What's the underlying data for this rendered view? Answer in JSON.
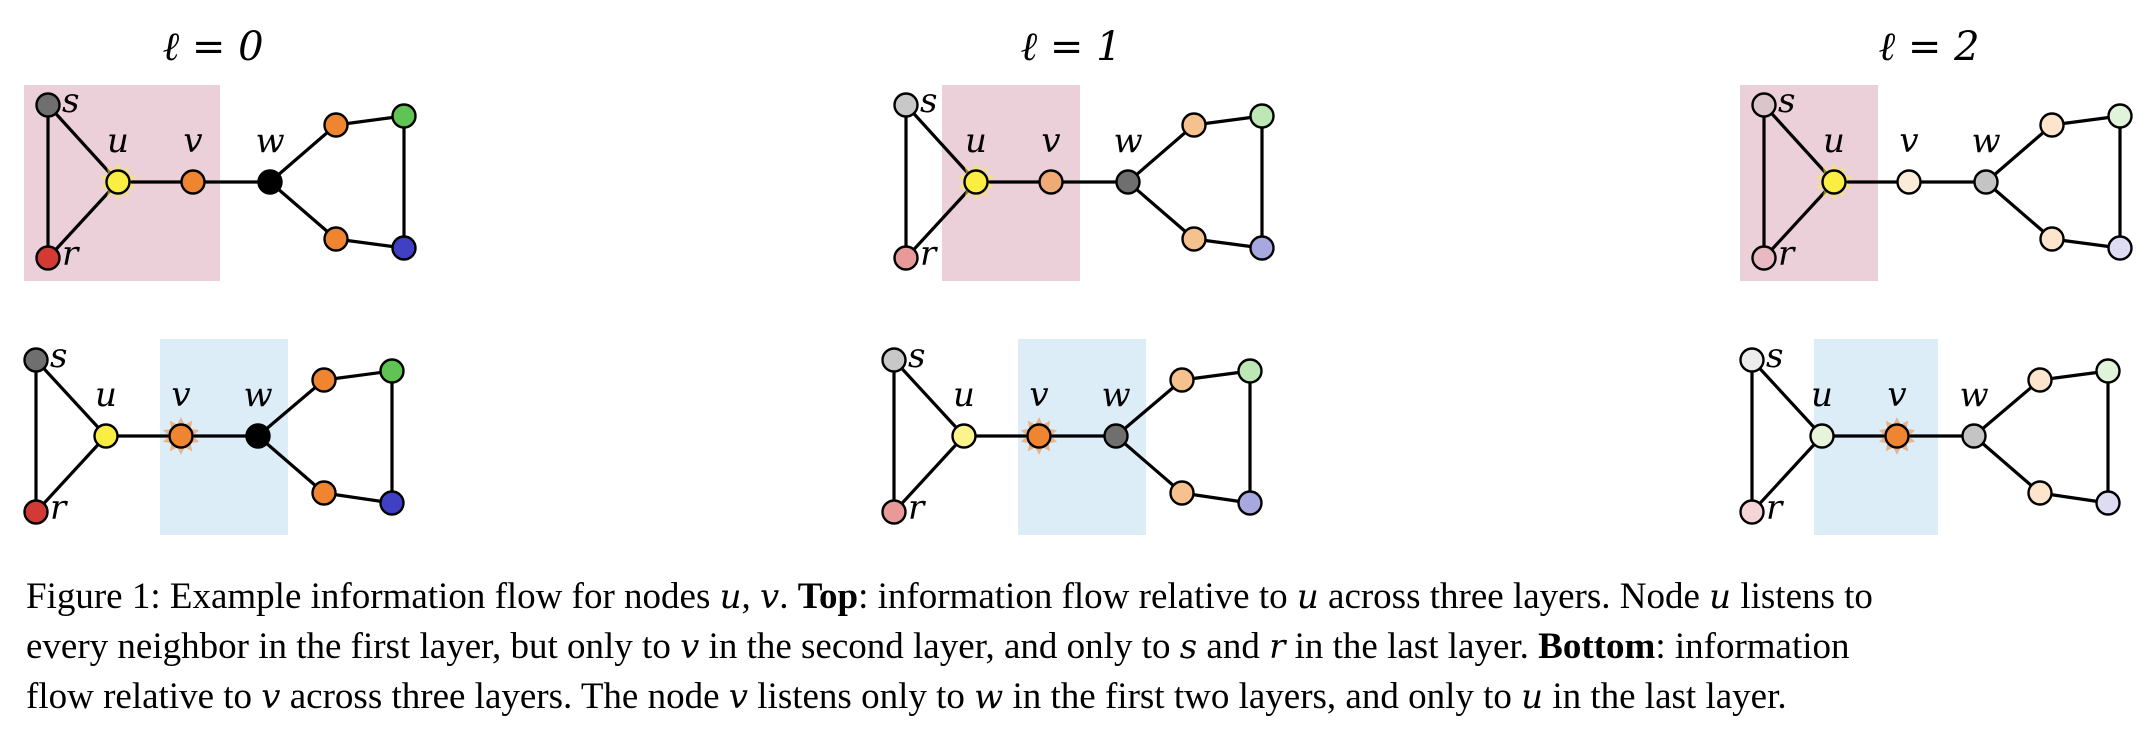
{
  "layer_titles": [
    "ℓ = 0",
    "ℓ = 1",
    "ℓ = 2"
  ],
  "node_labels": {
    "s": "s",
    "r": "r",
    "u": "u",
    "v": "v",
    "w": "w"
  },
  "colors": {
    "top_highlight": "#ebcfd9",
    "bottom_highlight": "#dcedf8",
    "yellow_focus": "#fbee43",
    "orange_focus": "#f08531"
  },
  "panels": [
    {
      "id": "top-l0",
      "highlight": "pink",
      "focus": "u",
      "fills": {
        "s": "#6f6f6f",
        "r": "#d23a36",
        "u": "#fbee43",
        "v": "#f08531",
        "w": "#000000",
        "o1": "#f08531",
        "o2": "#f08531",
        "g": "#5fc453",
        "b": "#4040c4"
      }
    },
    {
      "id": "top-l1",
      "highlight": "pink",
      "focus": "u",
      "fills": {
        "s": "#c8c8c8",
        "r": "#e8999a",
        "u": "#fbee43",
        "v": "#efaa76",
        "w": "#6f6f6f",
        "o1": "#f5c18e",
        "o2": "#f5c18e",
        "g": "#bde8b5",
        "b": "#a8a8e0"
      }
    },
    {
      "id": "top-l2",
      "highlight": "pink",
      "focus": "u",
      "fills": {
        "s": "#d9c6cb",
        "r": "#e8b9c1",
        "u": "#fbee43",
        "v": "#fcebd9",
        "w": "#c4c4c4",
        "o1": "#fce5cc",
        "o2": "#fce5cc",
        "g": "#e0f3db",
        "b": "#dedcf3"
      }
    },
    {
      "id": "bottom-l0",
      "highlight": "blue",
      "focus": "v",
      "fills": {
        "s": "#6f6f6f",
        "r": "#d23a36",
        "u": "#fbee43",
        "v": "#f08531",
        "w": "#000000",
        "o1": "#f08531",
        "o2": "#f08531",
        "g": "#5fc453",
        "b": "#4040c4"
      }
    },
    {
      "id": "bottom-l1",
      "highlight": "blue",
      "focus": "v",
      "fills": {
        "s": "#c8c8c8",
        "r": "#e8999a",
        "u": "#fbf38e",
        "v": "#f08531",
        "w": "#6f6f6f",
        "o1": "#f5c18e",
        "o2": "#f5c18e",
        "g": "#bde8b5",
        "b": "#a8a8e0"
      }
    },
    {
      "id": "bottom-l2",
      "highlight": "blue",
      "focus": "v",
      "fills": {
        "s": "#ececec",
        "r": "#f4d4d6",
        "u": "#e7f4dc",
        "v": "#f08531",
        "w": "#c4c4c4",
        "o1": "#fce5cc",
        "o2": "#fce5cc",
        "g": "#e0f3db",
        "b": "#dedcf3"
      }
    }
  ],
  "caption": {
    "line1": [
      {
        "t": "Figure 1: Example information flow for nodes "
      },
      {
        "t": "u",
        "style": "math"
      },
      {
        "t": ", "
      },
      {
        "t": "v",
        "style": "math"
      },
      {
        "t": ". "
      },
      {
        "t": "Top",
        "style": "bold"
      },
      {
        "t": ": information flow relative to "
      },
      {
        "t": "u",
        "style": "math"
      },
      {
        "t": " across three layers. Node "
      },
      {
        "t": "u",
        "style": "math"
      },
      {
        "t": " listens to"
      }
    ],
    "line2": [
      {
        "t": "every neighbor in the first layer, but only to "
      },
      {
        "t": "v",
        "style": "math"
      },
      {
        "t": " in the second layer, and only to "
      },
      {
        "t": "s",
        "style": "math"
      },
      {
        "t": " and "
      },
      {
        "t": "r",
        "style": "math"
      },
      {
        "t": " in the last layer. "
      },
      {
        "t": "Bottom",
        "style": "bold"
      },
      {
        "t": ": information"
      }
    ],
    "line3": [
      {
        "t": "flow relative to "
      },
      {
        "t": "v",
        "style": "math"
      },
      {
        "t": " across three layers. The node "
      },
      {
        "t": "v",
        "style": "math"
      },
      {
        "t": " listens only to "
      },
      {
        "t": "w",
        "style": "math"
      },
      {
        "t": " in the first two layers, and only to "
      },
      {
        "t": "u",
        "style": "math"
      },
      {
        "t": " in the last layer."
      }
    ]
  }
}
